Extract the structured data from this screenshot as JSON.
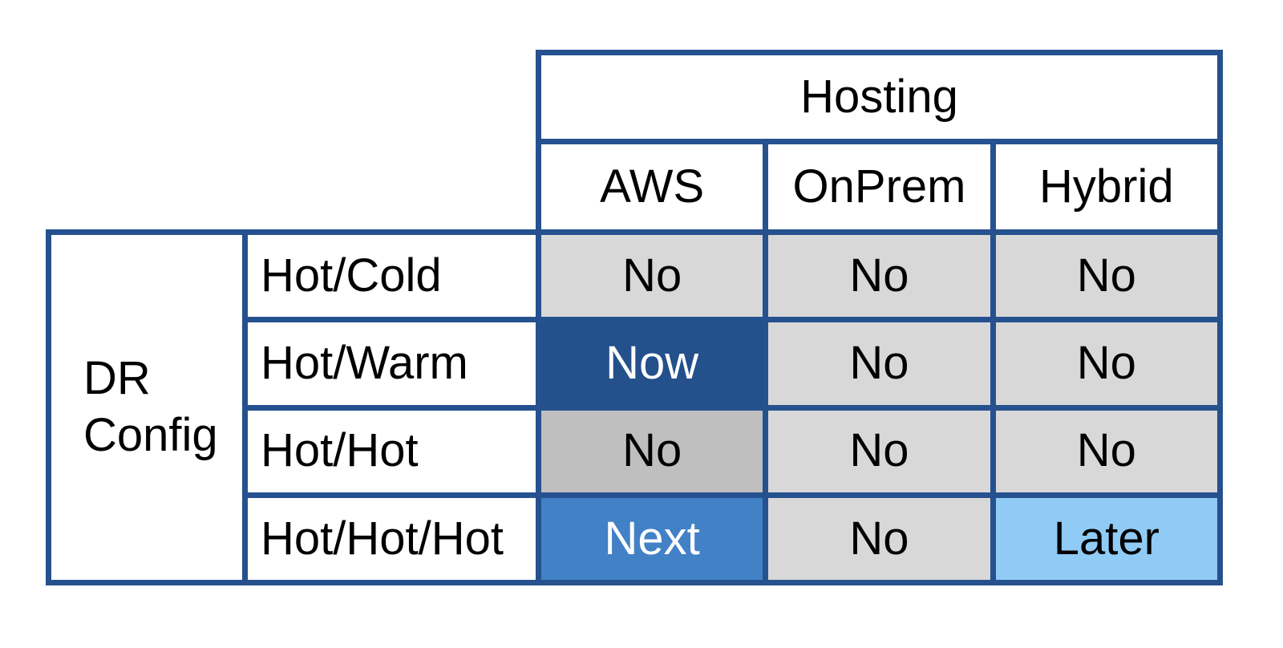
{
  "colors": {
    "page_background": "#FFFFFF",
    "border": "#26518F",
    "header_cell_bg": "#FFFFFF",
    "text_dark": "#000000",
    "text_light": "#FFFFFF",
    "no": "#D8D8D8",
    "no_dark": "#BFBFBF",
    "now": "#24508C",
    "next": "#4281C6",
    "later": "#90CBF5"
  },
  "matrix": {
    "column_group_header": "Hosting",
    "row_group_header": "DR Config",
    "columns": [
      "AWS",
      "OnPrem",
      "Hybrid"
    ],
    "rows": [
      {
        "label": "Hot/Cold",
        "cells": [
          {
            "text": "No",
            "style": "no"
          },
          {
            "text": "No",
            "style": "no"
          },
          {
            "text": "No",
            "style": "no"
          }
        ]
      },
      {
        "label": "Hot/Warm",
        "cells": [
          {
            "text": "Now",
            "style": "now"
          },
          {
            "text": "No",
            "style": "no"
          },
          {
            "text": "No",
            "style": "no"
          }
        ]
      },
      {
        "label": "Hot/Hot",
        "cells": [
          {
            "text": "No",
            "style": "no_dark"
          },
          {
            "text": "No",
            "style": "no"
          },
          {
            "text": "No",
            "style": "no"
          }
        ]
      },
      {
        "label": "Hot/Hot/Hot",
        "cells": [
          {
            "text": "Next",
            "style": "next"
          },
          {
            "text": "No",
            "style": "no"
          },
          {
            "text": "Later",
            "style": "later"
          }
        ]
      }
    ]
  }
}
